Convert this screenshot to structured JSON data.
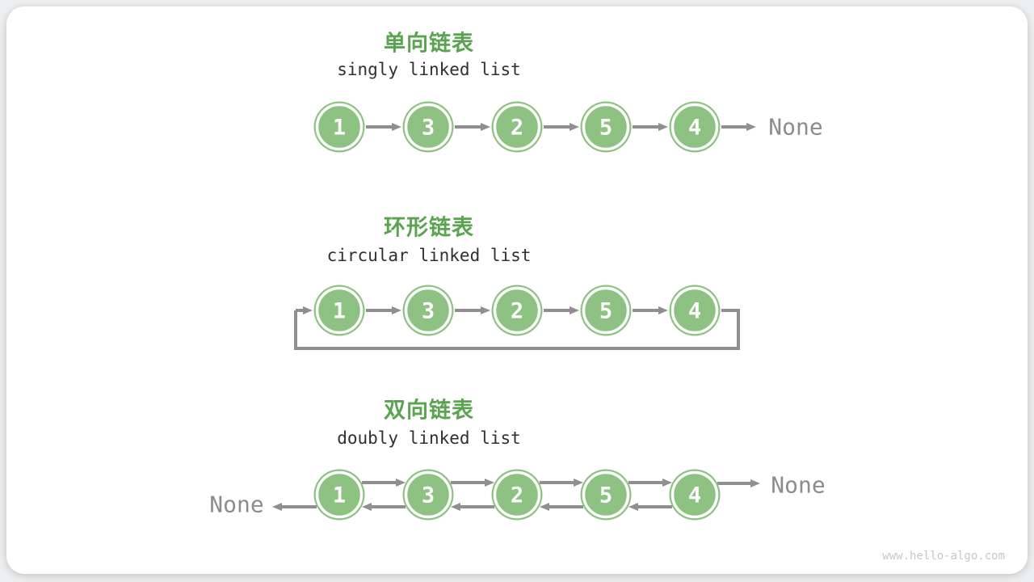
{
  "colors": {
    "page_bg": "#edeff1",
    "card_bg": "#ffffff",
    "title_green": "#5aa450",
    "node_green": "#8ec283",
    "node_number": "#ffffff",
    "arrow_gray": "#8f8f8f",
    "subtitle_dark": "#303030",
    "none_gray": "#8c8c8c",
    "watermark_gray": "#c7c7c7"
  },
  "sections": [
    {
      "title": "单向链表",
      "subtitle": "singly linked list",
      "nodes": [
        "1",
        "3",
        "2",
        "5",
        "4"
      ],
      "tail_label": "None"
    },
    {
      "title": "环形链表",
      "subtitle": "circular linked list",
      "nodes": [
        "1",
        "3",
        "2",
        "5",
        "4"
      ]
    },
    {
      "title": "双向链表",
      "subtitle": "doubly linked list",
      "nodes": [
        "1",
        "3",
        "2",
        "5",
        "4"
      ],
      "head_label": "None",
      "tail_label": "None"
    }
  ],
  "watermark": "www.hello-algo.com"
}
